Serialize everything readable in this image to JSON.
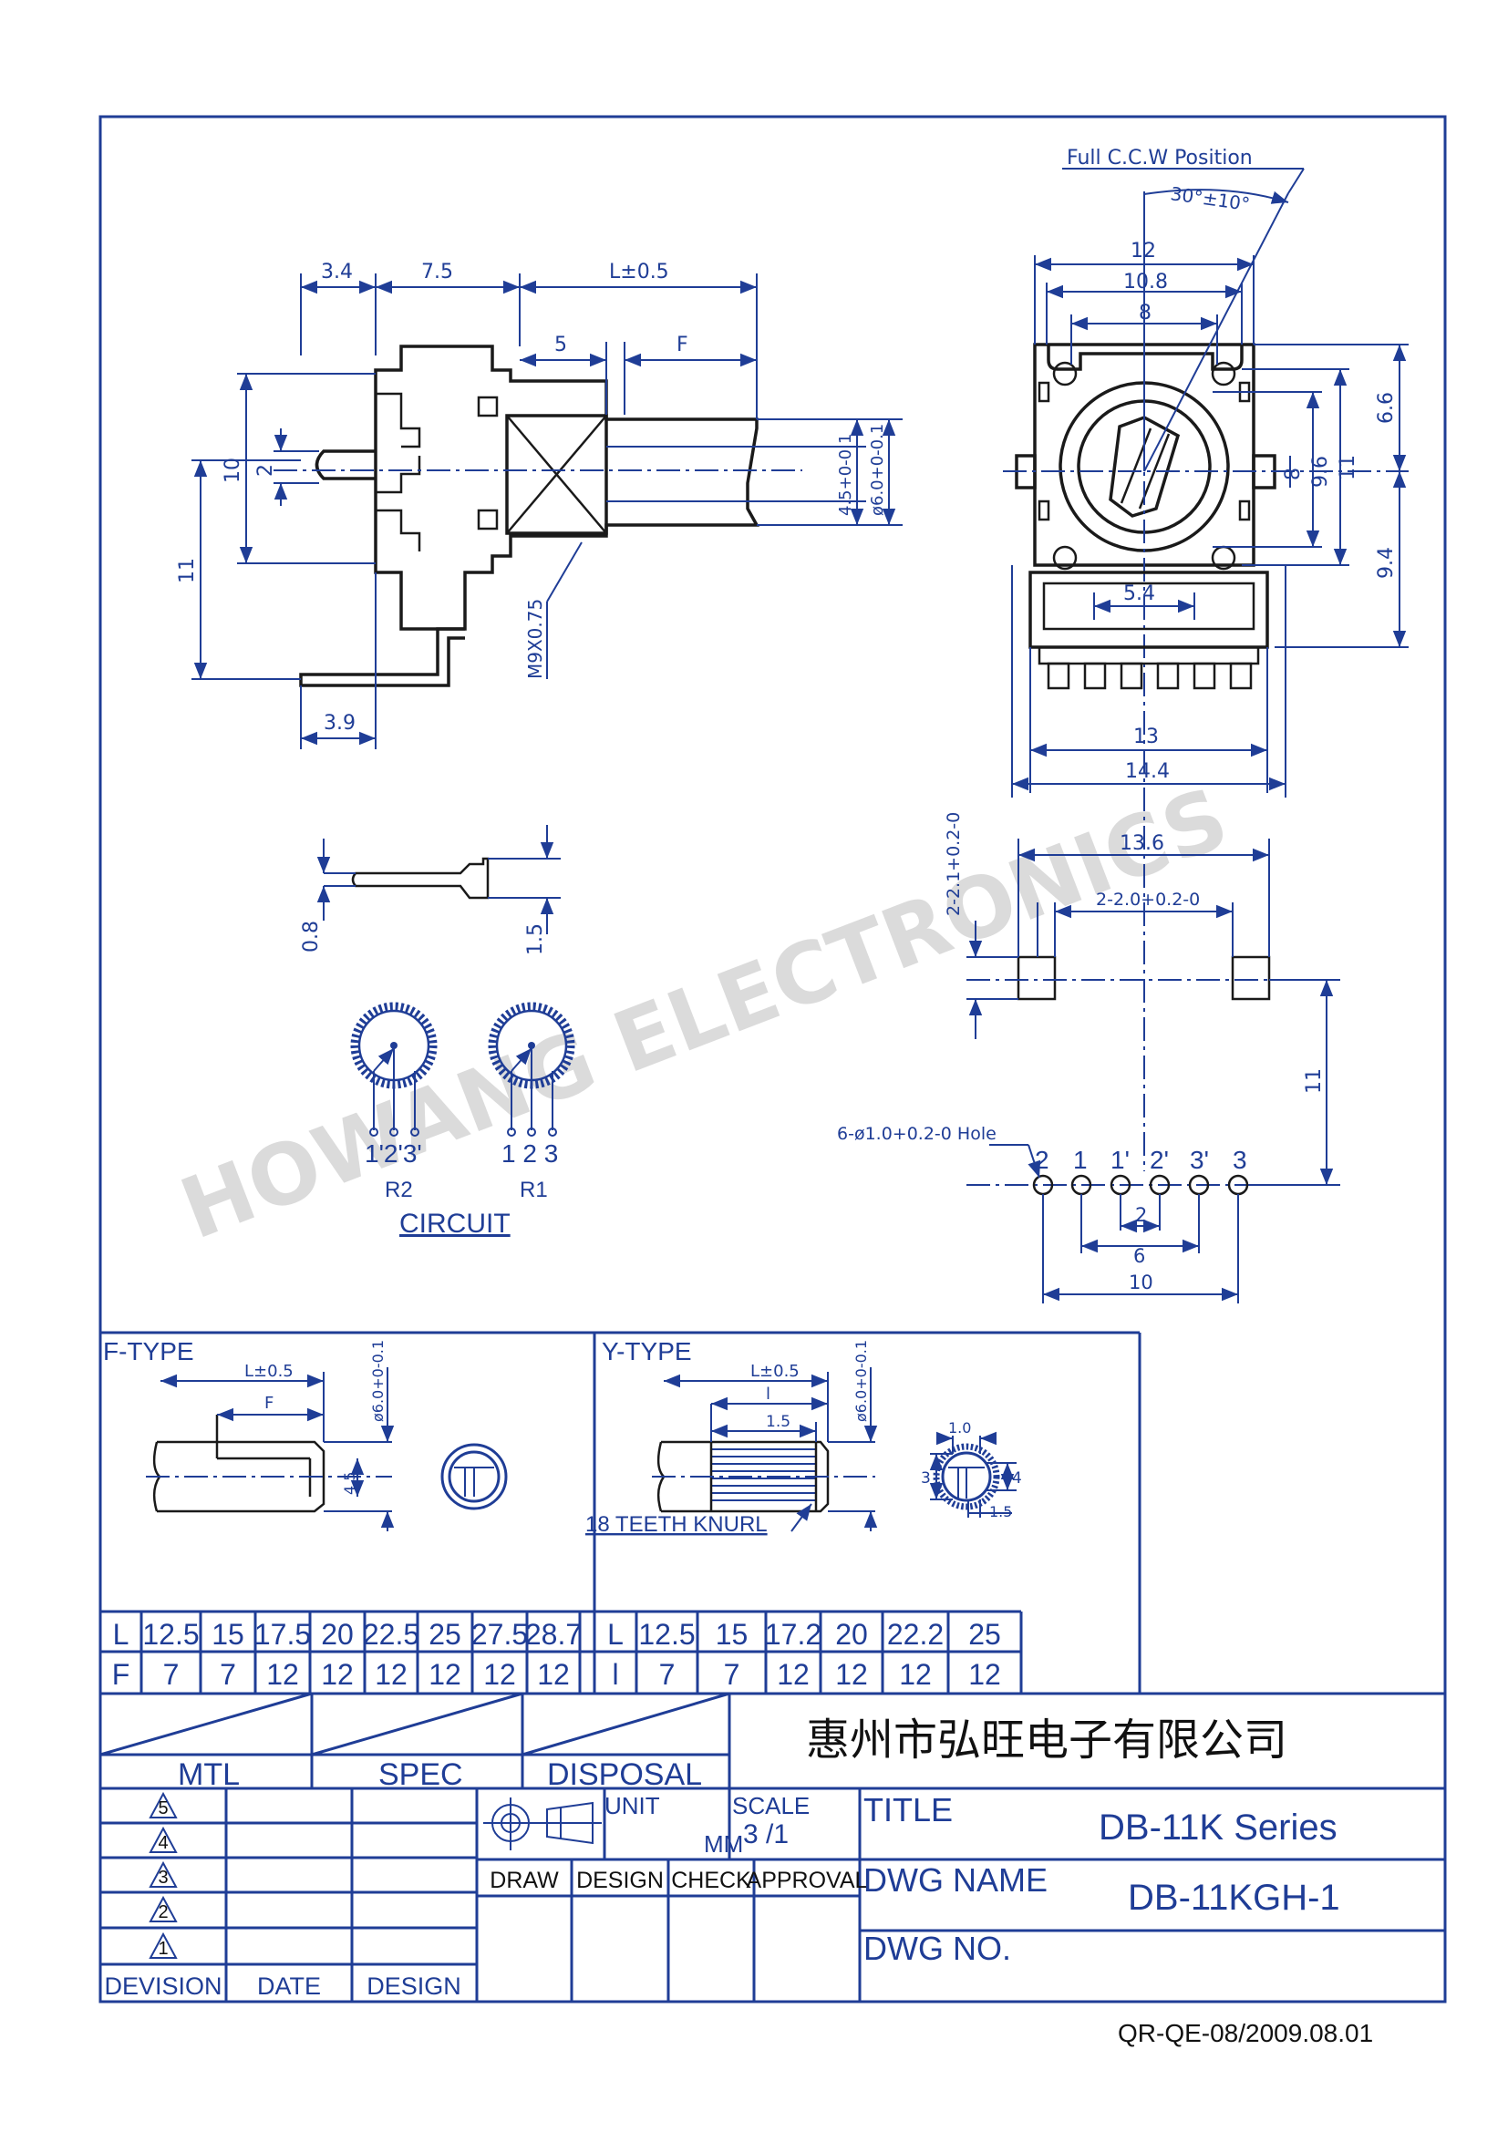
{
  "watermark": "HOWANG ELECTRONICS",
  "colors": {
    "line": "#1f3d96",
    "object": "#1a1a1a",
    "watermark": "#bdbdbd"
  },
  "side_view": {
    "dims": {
      "d1": "3.4",
      "d2": "7.5",
      "d3": "L±0.5",
      "d4": "5",
      "d5": "F",
      "d6": "10",
      "d7": "2",
      "d8": "11",
      "d9": "3.9",
      "thread": "M9X0.75",
      "dia1": "4.5+0-0.1",
      "dia2": "ø6.0+0-0.1"
    }
  },
  "front_view": {
    "caption": "Full C.C.W Position",
    "angle": "30°±10°",
    "dims": {
      "w12": "12",
      "w108": "10.8",
      "w8": "8",
      "h66": "6.6",
      "h8": "8",
      "h96": "9.6",
      "h11": "11",
      "h94": "9.4",
      "w54": "5.4",
      "w13": "13",
      "w144": "14.4"
    }
  },
  "pin_view": {
    "d08": "0.8",
    "d15": "1.5"
  },
  "circuit": {
    "title": "CIRCUIT",
    "r2_pins": "1'2'3'",
    "r1_pins": "1 2 3",
    "r2": "R2",
    "r1": "R1"
  },
  "pcb_layout": {
    "w136": "13.6",
    "tol1": "2-2.1+0.2-0",
    "tol2": "2-2.0+0.2-0",
    "h11": "11",
    "hole": "6-ø1.0+0.2-0 Hole",
    "pin_labels": [
      "2",
      "1",
      "1'",
      "2'",
      "3'",
      "3"
    ],
    "d2": "2",
    "d6": "6",
    "d10": "10"
  },
  "f_type": {
    "title": "F-TYPE",
    "dim_l": "L±0.5",
    "dim_f": "F",
    "dim_dia": "ø6.0+0-0.1",
    "dim_45": "4.5"
  },
  "y_type": {
    "title": "Y-TYPE",
    "dim_l": "L±0.5",
    "dim_i": "l",
    "dim_15": "1.5",
    "dim_dia": "ø6.0+0-0.1",
    "knurl": "18 TEETH KNURL",
    "d10": "1.0",
    "d3": "3",
    "d4": "4",
    "d15b": "1.5"
  },
  "f_table": {
    "rows": [
      [
        "L",
        "12.5",
        "15",
        "17.5",
        "20",
        "22.5",
        "25",
        "27.5",
        "28.7"
      ],
      [
        "F",
        "7",
        "7",
        "12",
        "12",
        "12",
        "12",
        "12",
        "12"
      ]
    ]
  },
  "y_table": {
    "rows": [
      [
        "L",
        "12.5",
        "15",
        "17.2",
        "20",
        "22.2",
        "25"
      ],
      [
        "l",
        "7",
        "7",
        "12",
        "12",
        "12",
        "12"
      ]
    ]
  },
  "title_block": {
    "mtl": "MTL",
    "spec": "SPEC",
    "disposal": "DISPOSAL",
    "company": "惠州市弘旺电子有限公司",
    "unit_label": "UNIT",
    "unit_value": "MM",
    "scale_label": "SCALE",
    "scale_value": "3 /1",
    "title_label": "TITLE",
    "title_value": "DB-11K Series",
    "dwg_name_label": "DWG NAME",
    "dwg_name_value": "DB-11KGH-1",
    "dwg_no_label": "DWG NO.",
    "revisions": [
      "5",
      "4",
      "3",
      "2",
      "1"
    ],
    "footer_cols": [
      "DEVISION",
      "DATE",
      "DESIGN"
    ],
    "sign_cols": [
      "DRAW",
      "DESIGN",
      "CHECK",
      "APPROVAL"
    ]
  },
  "doc_code": "QR-QE-08/2009.08.01"
}
